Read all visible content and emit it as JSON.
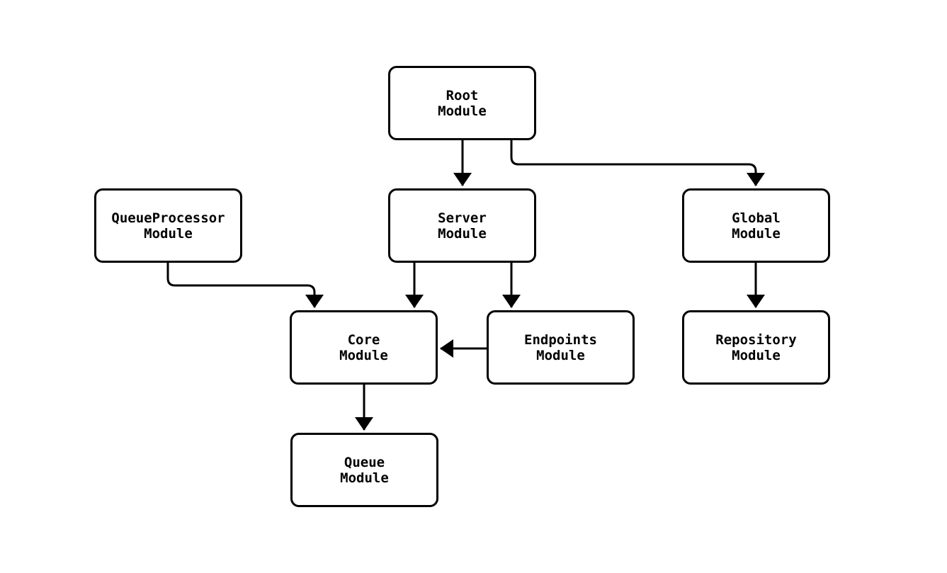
{
  "diagram": {
    "type": "module-dependency-diagram",
    "colors": {
      "background": "#ffffff",
      "node_fill": "#ffffff",
      "stroke": "#000000",
      "text": "#000000"
    },
    "nodes": [
      {
        "id": "root",
        "line1": "Root",
        "line2": "Module"
      },
      {
        "id": "server",
        "line1": "Server",
        "line2": "Module"
      },
      {
        "id": "queueprocessor",
        "line1": "QueueProcessor",
        "line2": "Module"
      },
      {
        "id": "global",
        "line1": "Global",
        "line2": "Module"
      },
      {
        "id": "core",
        "line1": "Core",
        "line2": "Module"
      },
      {
        "id": "endpoints",
        "line1": "Endpoints",
        "line2": "Module"
      },
      {
        "id": "repository",
        "line1": "Repository",
        "line2": "Module"
      },
      {
        "id": "queue",
        "line1": "Queue",
        "line2": "Module"
      }
    ],
    "edges": [
      {
        "from": "Root Module",
        "to": "Server Module",
        "label": "Root Module to Server Module"
      },
      {
        "from": "Root Module",
        "to": "Global Module",
        "label": "Root Module to Global Module"
      },
      {
        "from": "QueueProcessor Module",
        "to": "Core Module",
        "label": "QueueProcessor Module to Core Module"
      },
      {
        "from": "Server Module",
        "to": "Core Module",
        "label": "Server Module to Core Module"
      },
      {
        "from": "Server Module",
        "to": "Endpoints Module",
        "label": "Server Module to Endpoints Module"
      },
      {
        "from": "Endpoints Module",
        "to": "Core Module",
        "label": "Endpoints Module to Core Module"
      },
      {
        "from": "Global Module",
        "to": "Repository Module",
        "label": "Global Module to Repository Module"
      },
      {
        "from": "Core Module",
        "to": "Queue Module",
        "label": "Core Module to Queue Module"
      }
    ]
  }
}
